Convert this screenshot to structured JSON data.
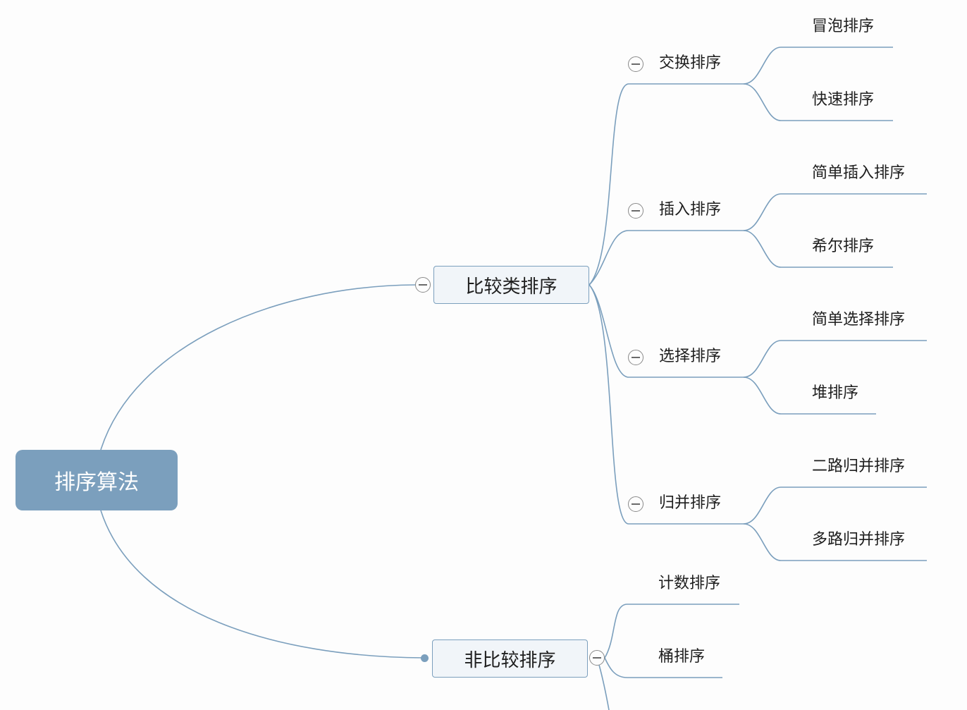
{
  "root": {
    "label": "排序算法"
  },
  "branches": [
    {
      "label": "比较类排序",
      "children": [
        {
          "label": "交换排序",
          "children": [
            "冒泡排序",
            "快速排序"
          ]
        },
        {
          "label": "插入排序",
          "children": [
            "简单插入排序",
            "希尔排序"
          ]
        },
        {
          "label": "选择排序",
          "children": [
            "简单选择排序",
            "堆排序"
          ]
        },
        {
          "label": "归并排序",
          "children": [
            "二路归并排序",
            "多路归并排序"
          ]
        }
      ]
    },
    {
      "label": "非比较排序",
      "children": [
        {
          "label": "计数排序"
        },
        {
          "label": "桶排序"
        }
      ]
    }
  ],
  "colors": {
    "line": "#7b9fbd",
    "root_fill": "#7b9fbd",
    "node_fill": "#f1f5f9",
    "background": "#fdfdfd"
  },
  "icons": {
    "expanded": "collapse-minus-icon",
    "folded": "collapsed-dot-icon"
  }
}
